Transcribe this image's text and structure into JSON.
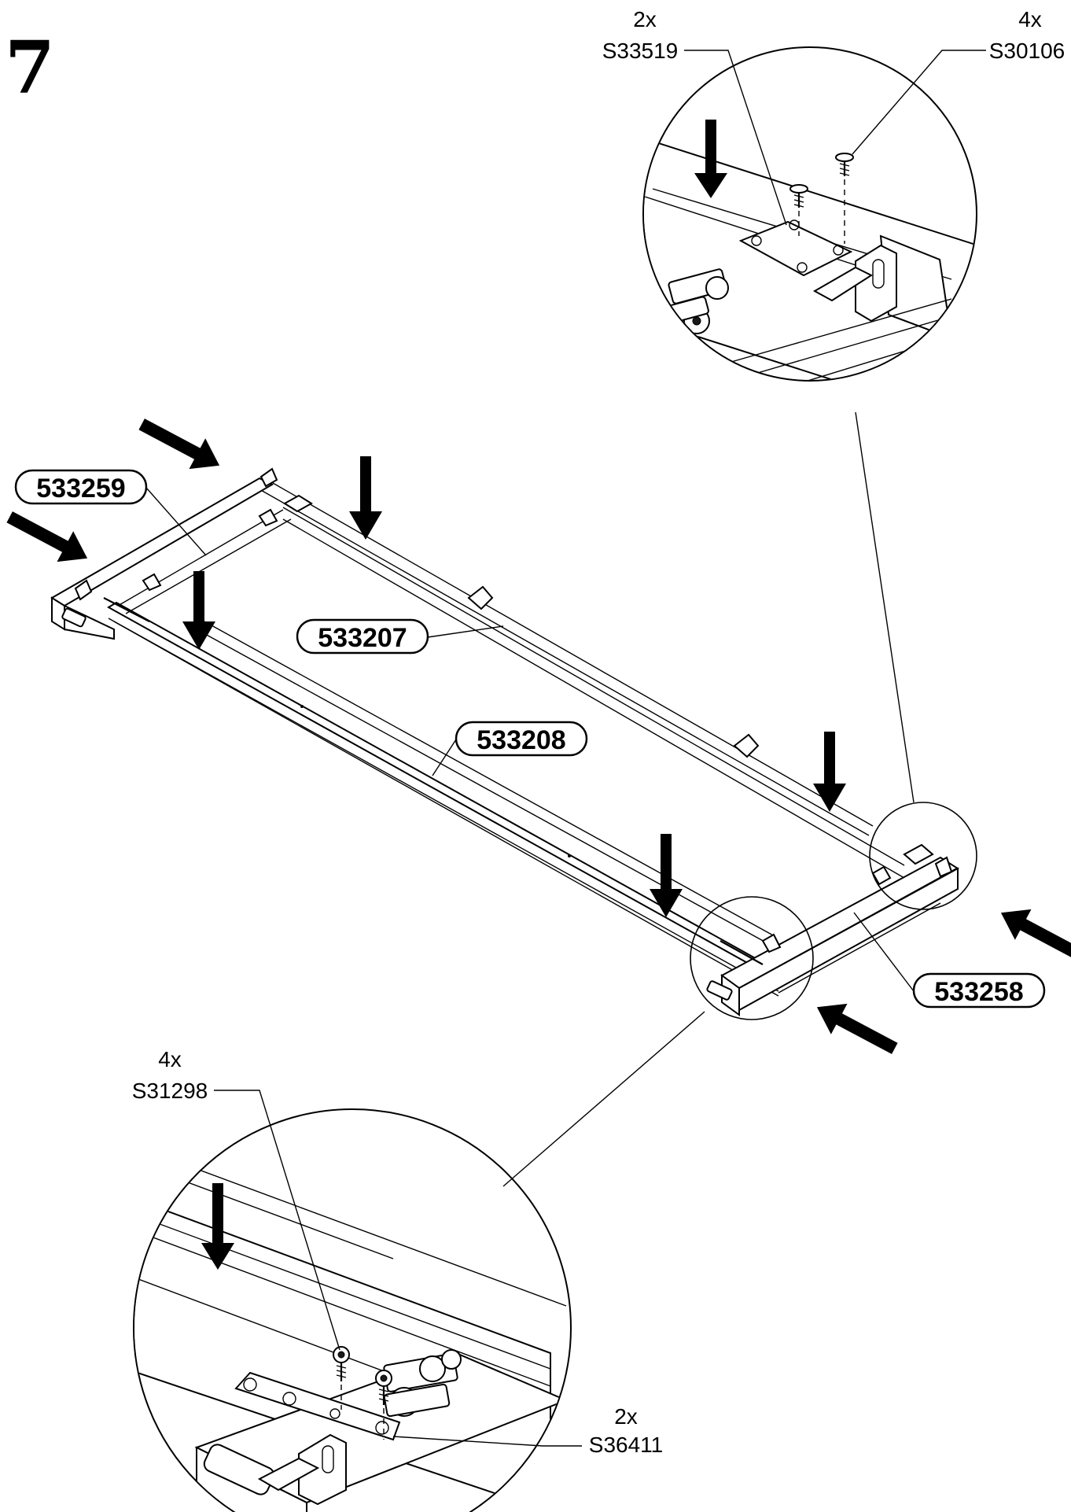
{
  "step_number": "7",
  "hardware": {
    "top_left": {
      "qty": "2x",
      "code": "S33519"
    },
    "top_right": {
      "qty": "4x",
      "code": "S30106"
    },
    "bottom_left": {
      "qty": "4x",
      "code": "S31298"
    },
    "bottom_right": {
      "qty": "2x",
      "code": "S36411"
    }
  },
  "parts": {
    "end_rail_left": "533259",
    "side_rail_back": "533207",
    "side_rail_front": "533208",
    "end_rail_right": "533258"
  }
}
